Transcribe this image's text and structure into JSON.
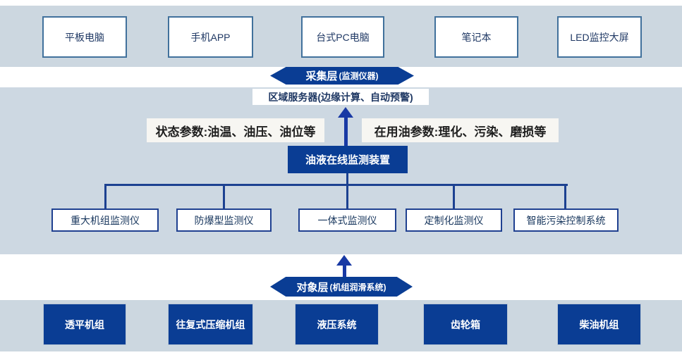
{
  "colors": {
    "navy": "#0a3d94",
    "line": "#1c4191",
    "arrow": "#1839a4",
    "band_light": "#ccd7e0",
    "band_mid": "#cdd8e2",
    "box_border": "#41719c",
    "text_navy": "#1f3864",
    "label_bg": "#f7f6f2",
    "label_text": "#1f1f1f",
    "monitor_border": "#1f4090",
    "unit_border": "#b9c7d6"
  },
  "top_band": {
    "devices": [
      "平板电脑",
      "手机APP",
      "台式PC电脑",
      "笔记本",
      "LED监控大屏"
    ]
  },
  "collection_layer": {
    "title": "采集层",
    "subtitle": "(监测仪器)"
  },
  "server_box": {
    "label": "区域服务器(边缘计算、自动预警)"
  },
  "params": {
    "left": "状态参数:油温、油压、油位等",
    "right": "在用油参数:理化、污染、磨损等"
  },
  "device_box": {
    "label": "油液在线监测装置"
  },
  "monitors": [
    "重大机组监测仪",
    "防爆型监测仪",
    "一体式监测仪",
    "定制化监测仪",
    "智能污染控制系统"
  ],
  "object_layer": {
    "title": "对象层",
    "subtitle": "(机组润滑系统)"
  },
  "bottom_units": [
    "透平机组",
    "往复式压缩机组",
    "液压系统",
    "齿轮箱",
    "柴油机组"
  ]
}
